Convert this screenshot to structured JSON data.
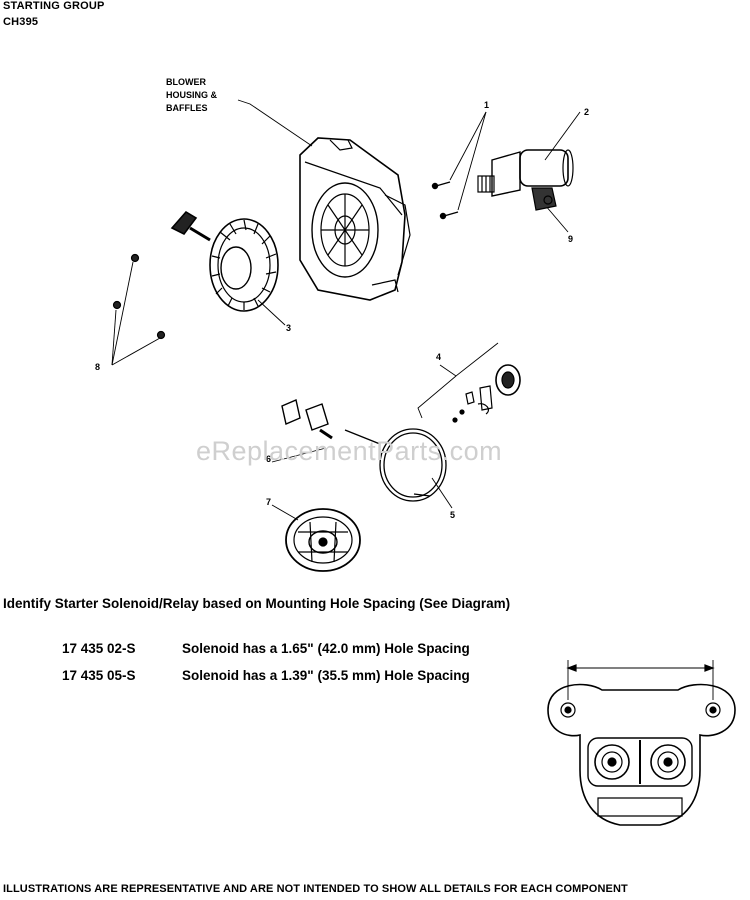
{
  "header": {
    "title": "STARTING GROUP",
    "model": "CH395"
  },
  "callouts": {
    "blower_line1": "BLOWER",
    "blower_line2": "HOUSING &",
    "blower_line3": "BAFFLES",
    "n1": "1",
    "n2": "2",
    "n3": "3",
    "n4": "4",
    "n5": "5",
    "n6": "6",
    "n7": "7",
    "n8": "8",
    "n9": "9"
  },
  "watermark": "eReplacementParts.com",
  "identify": {
    "text": "Identify Starter Solenoid/Relay based on Mounting Hole Spacing (See Diagram)"
  },
  "parts": [
    {
      "part_number": "17 435 02-S",
      "description": "Solenoid has a 1.65\" (42.0 mm) Hole Spacing"
    },
    {
      "part_number": "17 435 05-S",
      "description": "Solenoid has a 1.39\" (35.5 mm) Hole Spacing"
    }
  ],
  "footer": "ILLUSTRATIONS ARE REPRESENTATIVE AND ARE NOT INTENDED TO SHOW ALL DETAILS FOR EACH COMPONENT"
}
